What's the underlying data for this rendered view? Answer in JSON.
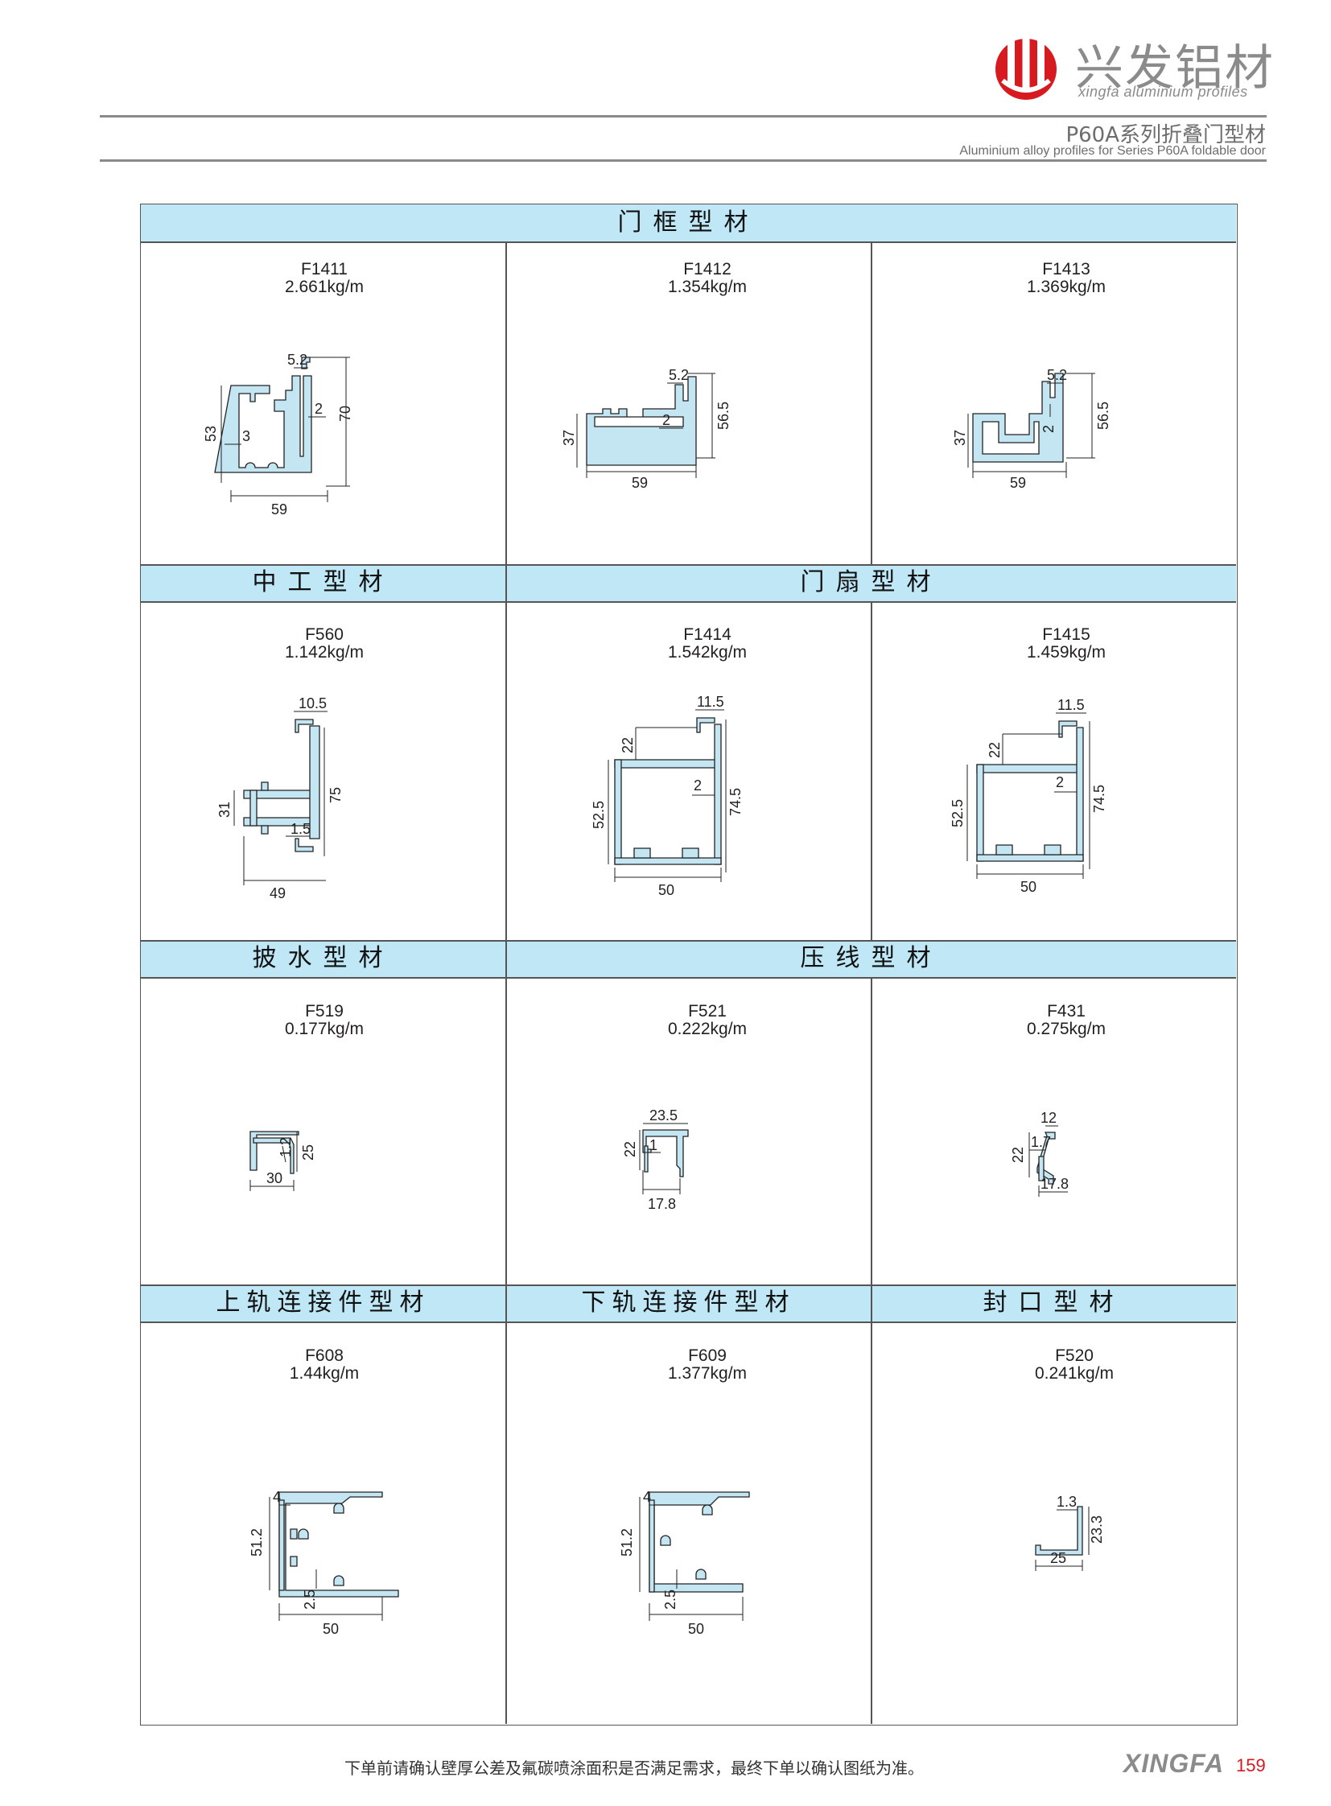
{
  "header": {
    "brand_cn": "兴发铝材",
    "brand_en": "xingfa aluminium profiles",
    "series_cn": "P60A系列折叠门型材",
    "series_en": "Aluminium alloy profiles for Series P60A foldable door",
    "brand_color": "#d71920"
  },
  "sections": {
    "door_frame": "门框型材",
    "middle": "中工型材",
    "door_leaf": "门扇型材",
    "drip": "披水型材",
    "bead": "压线型材",
    "top_rail": "上轨连接件型材",
    "bottom_rail": "下轨连接件型材",
    "seal": "封口型材"
  },
  "profiles": {
    "f1411": {
      "code": "F1411",
      "weight": "2.661kg/m",
      "dims": {
        "a": "5.2",
        "b": "2",
        "c": "70",
        "d": "53",
        "e": "3",
        "w": "59"
      }
    },
    "f1412": {
      "code": "F1412",
      "weight": "1.354kg/m",
      "dims": {
        "a": "5.2",
        "b": "2",
        "c": "56.5",
        "d": "37",
        "w": "59"
      }
    },
    "f1413": {
      "code": "F1413",
      "weight": "1.369kg/m",
      "dims": {
        "a": "5.2",
        "b": "2",
        "c": "56.5",
        "d": "37",
        "w": "59"
      }
    },
    "f560": {
      "code": "F560",
      "weight": "1.142kg/m",
      "dims": {
        "a": "10.5",
        "b": "31",
        "c": "75",
        "d": "1.5",
        "w": "49"
      }
    },
    "f1414": {
      "code": "F1414",
      "weight": "1.542kg/m",
      "dims": {
        "a": "11.5",
        "b": "22",
        "c": "52.5",
        "d": "2",
        "e": "74.5",
        "w": "50"
      }
    },
    "f1415": {
      "code": "F1415",
      "weight": "1.459kg/m",
      "dims": {
        "a": "11.5",
        "b": "22",
        "c": "52.5",
        "d": "2",
        "e": "74.5",
        "w": "50"
      }
    },
    "f519": {
      "code": "F519",
      "weight": "0.177kg/m",
      "dims": {
        "a": "1.2",
        "b": "25",
        "w": "30"
      }
    },
    "f521": {
      "code": "F521",
      "weight": "0.222kg/m",
      "dims": {
        "a": "23.5",
        "b": "22",
        "c": "1",
        "w": "17.8"
      }
    },
    "f431": {
      "code": "F431",
      "weight": "0.275kg/m",
      "dims": {
        "a": "12",
        "b": "22",
        "c": "1.7",
        "w": "17.8"
      }
    },
    "f608": {
      "code": "F608",
      "weight": "1.44kg/m",
      "dims": {
        "a": "4",
        "b": "51.2",
        "c": "2.5",
        "w": "50"
      }
    },
    "f609": {
      "code": "F609",
      "weight": "1.377kg/m",
      "dims": {
        "a": "4",
        "b": "51.2",
        "c": "2.5",
        "w": "50"
      }
    },
    "f520": {
      "code": "F520",
      "weight": "0.241kg/m",
      "dims": {
        "a": "1.3",
        "b": "23.3",
        "w": "25"
      }
    }
  },
  "footer": {
    "note": "下单前请确认壁厚公差及氟碳喷涂面积是否满足需求，最终下单以确认图纸为准。",
    "brand": "XINGFA",
    "page": "159"
  }
}
